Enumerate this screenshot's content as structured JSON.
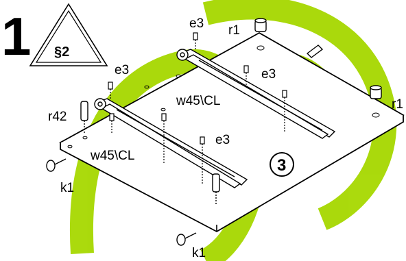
{
  "step_number": "1",
  "section_badge": "§2",
  "panel_number": "3",
  "watermark_color": "#a6d800",
  "labels": {
    "r1_top": "r1",
    "r1_right": "r1",
    "e3_top": "e3",
    "e3_left": "e3",
    "e3_mid": "e3",
    "e3_lower": "e3",
    "r42": "r42",
    "w45_upper": "w45\\CL",
    "w45_lower": "w45\\CL",
    "k1_left": "k1",
    "k1_bottom": "k1"
  },
  "icons": [
    "warning-triangle-icon",
    "dowel-icon",
    "screw-icon",
    "cam-lock-icon",
    "knob-icon",
    "drawer-runner-icon"
  ]
}
